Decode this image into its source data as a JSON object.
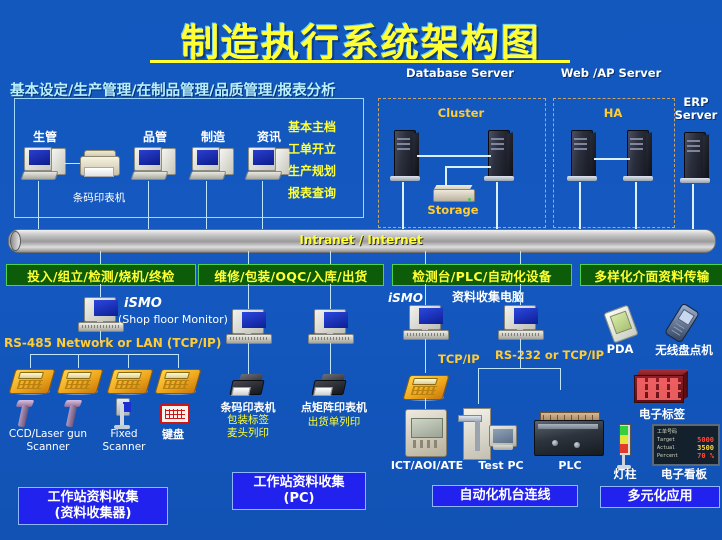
{
  "title": "制造执行系统架构图",
  "top_left": {
    "heading": "基本设定/生产管理/在制品管理/品质管理/报表分析",
    "clients": [
      {
        "label": "生管"
      },
      {
        "label": "品管"
      },
      {
        "label": "制造"
      },
      {
        "label": "资讯"
      }
    ],
    "printer_label": "条码印表机",
    "functions": [
      "基本主档",
      "工单开立",
      "生产规划",
      "报表查询"
    ]
  },
  "servers": {
    "db": {
      "title": "Database Server",
      "group": "Cluster",
      "storage": "Storage"
    },
    "web": {
      "title": "Web /AP Server",
      "group": "HA"
    },
    "erp": {
      "title_line1": "ERP",
      "title_line2": "Server"
    }
  },
  "backbone": {
    "label": "Intranet / Internet"
  },
  "sections": [
    {
      "bar": "投入/组立/检测/烧机/终检"
    },
    {
      "bar": "维修/包装/OQC/入库/出货"
    },
    {
      "bar": "检测台/PLC/自动化设备"
    },
    {
      "bar": "多样化介面资料传输"
    }
  ],
  "zone1": {
    "ismo_title": "iSMO",
    "ismo_sub": "(Shop floor Monitor)",
    "network_label": "RS-485 Network or LAN (TCP/IP)",
    "device_labels": [
      {
        "line1": "CCD/Laser gun",
        "line2": "Scanner"
      },
      {
        "line1": "Fixed",
        "line2": "Scanner"
      },
      {
        "line1": "键盘",
        "line2": ""
      }
    ],
    "caption_line1": "工作站资料收集",
    "caption_line2": "(资料收集器)"
  },
  "zone2": {
    "printers": [
      {
        "name": "条码印表机",
        "note1": "包装标签",
        "note2": "麦头列印"
      },
      {
        "name": "点矩阵印表机",
        "note1": "出货单列印",
        "note2": ""
      }
    ],
    "caption_line1": "工作站资料收集",
    "caption_line2": "(PC)"
  },
  "zone3": {
    "ismo_label": "iSMO",
    "collector_pc_label": "资料收集电脑",
    "link_left": "TCP/IP",
    "link_right": "RS-232 or TCP/IP",
    "devices": [
      "ICT/AOI/ATE",
      "Test PC",
      "PLC"
    ],
    "caption": "自动化机台连线"
  },
  "zone4": {
    "items": [
      "PDA",
      "无线盘点机",
      "电子标签",
      "灯柱",
      "电子看板"
    ],
    "board": {
      "rows": [
        {
          "label": "工单号码",
          "value": ""
        },
        {
          "label": "Target",
          "value": "5000"
        },
        {
          "label": "Actual",
          "value": "3500"
        },
        {
          "label": "Percent",
          "value": "70 %"
        }
      ]
    },
    "caption": "多元化应用"
  },
  "colors": {
    "background": "#1458c0",
    "title": "#ffff33",
    "green_bar_bg": "#0c5c09",
    "green_bar_text": "#ffff33",
    "blue_caption_bg": "#2222ee",
    "line": "#bfe6ff"
  }
}
